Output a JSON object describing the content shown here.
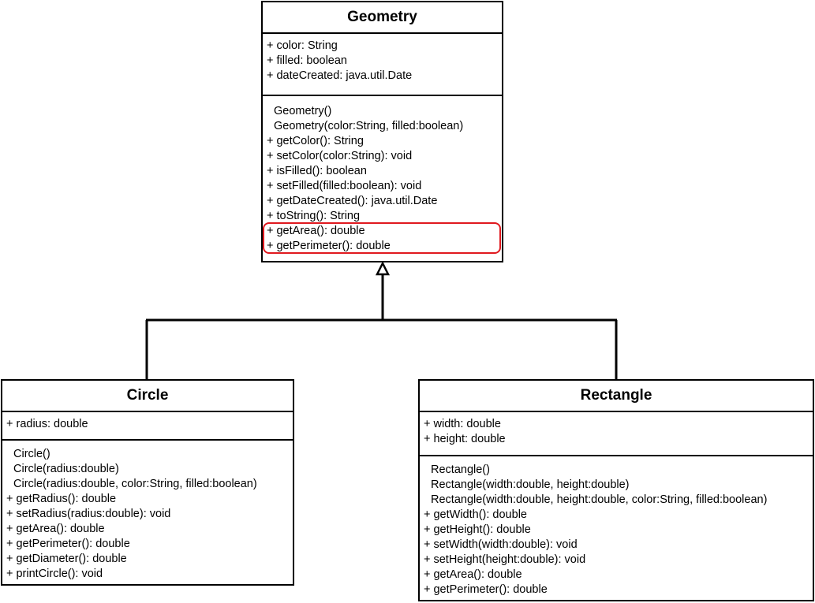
{
  "geometry": {
    "name": "Geometry",
    "attributes": [
      "+ color: String",
      "+ filled: boolean",
      "+ dateCreated: java.util.Date"
    ],
    "operations": [
      "Geometry()",
      "Geometry(color:String, filled:boolean)",
      "+ getColor(): String",
      "+ setColor(color:String): void",
      "+ isFilled(): boolean",
      "+ setFilled(filled:boolean): void",
      "+ getDateCreated(): java.util.Date",
      "+ toString(): String",
      "+ getArea(): double",
      "+ getPerimeter(): double"
    ]
  },
  "circle": {
    "name": "Circle",
    "attributes": [
      "+ radius: double"
    ],
    "operations": [
      "Circle()",
      "Circle(radius:double)",
      "Circle(radius:double, color:String, filled:boolean)",
      "+ getRadius(): double",
      "+ setRadius(radius:double): void",
      "+ getArea(): double",
      "+ getPerimeter(): double",
      "+ getDiameter(): double",
      "+ printCircle(): void"
    ]
  },
  "rectangle": {
    "name": "Rectangle",
    "attributes": [
      "+ width: double",
      "+ height: double"
    ],
    "operations": [
      "Rectangle()",
      "Rectangle(width:double, height:double)",
      "Rectangle(width:double, height:double, color:String, filled:boolean)",
      "+ getWidth(): double",
      "+ getHeight(): double",
      "+ setWidth(width:double): void",
      "+ setHeight(height:double): void",
      "+ getArea(): double",
      "+ getPerimeter(): double"
    ]
  },
  "colors": {
    "line": "#000000",
    "highlight": "#e0191f"
  }
}
